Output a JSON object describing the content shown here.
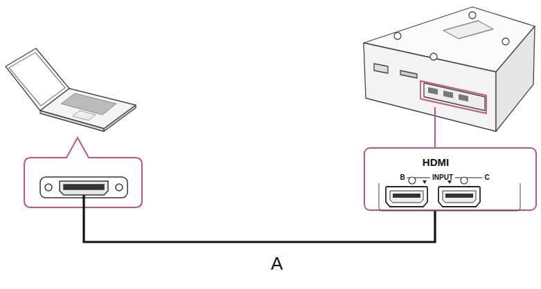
{
  "diagram": {
    "nodes": [
      {
        "text": [
          "HDMI",
          "B",
          "INPUT",
          "C"
        ]
      }
    ],
    "labels": [
      "A"
    ]
  }
}
